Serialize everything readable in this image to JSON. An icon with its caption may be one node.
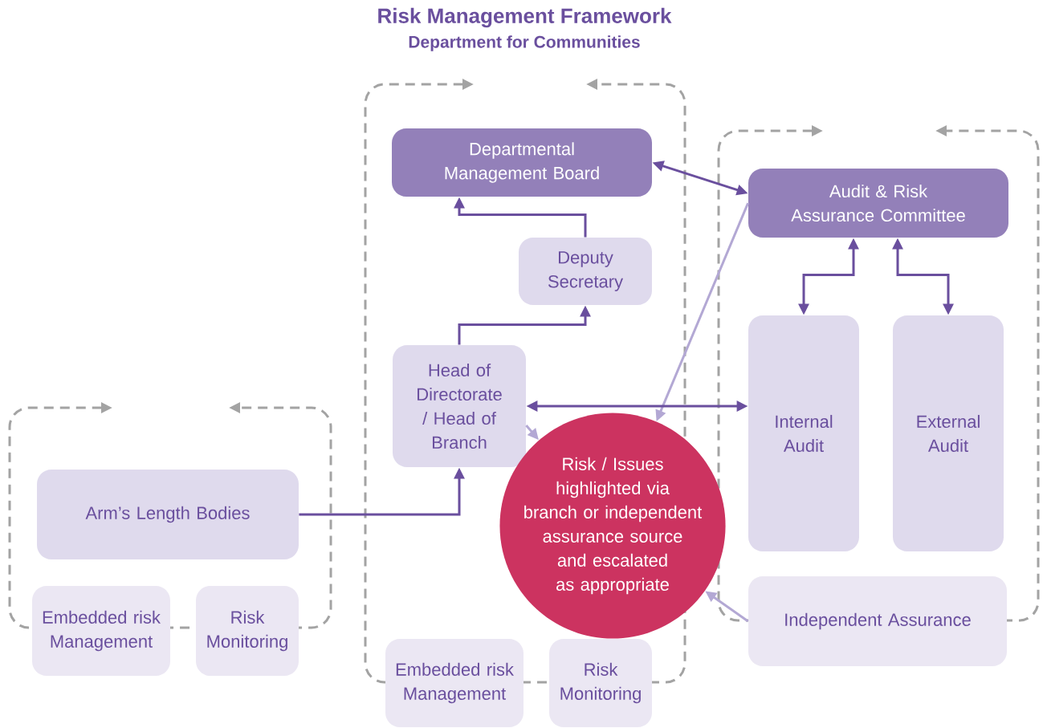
{
  "diagram": {
    "title": "Risk Management Framework",
    "nodes": [
      {
        "text": [
          "Departmental Management Board"
        ]
      },
      {
        "text": [
          "Deputy Secretary"
        ]
      },
      {
        "text": [
          "Head of Directorate / Head of Branch"
        ]
      },
      {
        "text": [
          "Audit & Risk Assurance Committee"
        ]
      },
      {
        "text": [
          "Internal Audit"
        ]
      },
      {
        "text": [
          "External Audit"
        ]
      },
      {
        "text": [
          "Arm’s Length Bodies"
        ]
      },
      {
        "text": [
          "Embedded risk Management"
        ]
      },
      {
        "text": [
          "Risk Monitoring"
        ]
      },
      {
        "text": [
          "Risk / Issues highlighted via branch or independent assurance source and escalated as appropriate"
        ]
      },
      {
        "text": [
          "Independent Assurance"
        ]
      },
      {
        "text": [
          "Embedded risk Management"
        ]
      },
      {
        "text": [
          "Risk Monitoring"
        ]
      }
    ],
    "edges": [
      {
        "from": 2,
        "to": 1,
        "arrow": "to"
      },
      {
        "from": 1,
        "to": 0,
        "arrow": "to"
      },
      {
        "from": 0,
        "to": 3,
        "arrow": "both"
      },
      {
        "from": 3,
        "to": 9,
        "arrow": "to",
        "color": "#b3a8d4"
      },
      {
        "from": 2,
        "to": 4,
        "arrow": "both"
      },
      {
        "from": 2,
        "to": 9,
        "arrow": "to",
        "color": "#b3a8d4"
      },
      {
        "from": 6,
        "to": 2,
        "arrow": "to"
      },
      {
        "from": 3,
        "to": 4,
        "arrow": "both"
      },
      {
        "from": 3,
        "to": 5,
        "arrow": "both"
      },
      {
        "from": 10,
        "to": 9,
        "arrow": "to",
        "color": "#b3a8d4"
      }
    ],
    "labels": [
      "Department for Communities"
    ]
  }
}
